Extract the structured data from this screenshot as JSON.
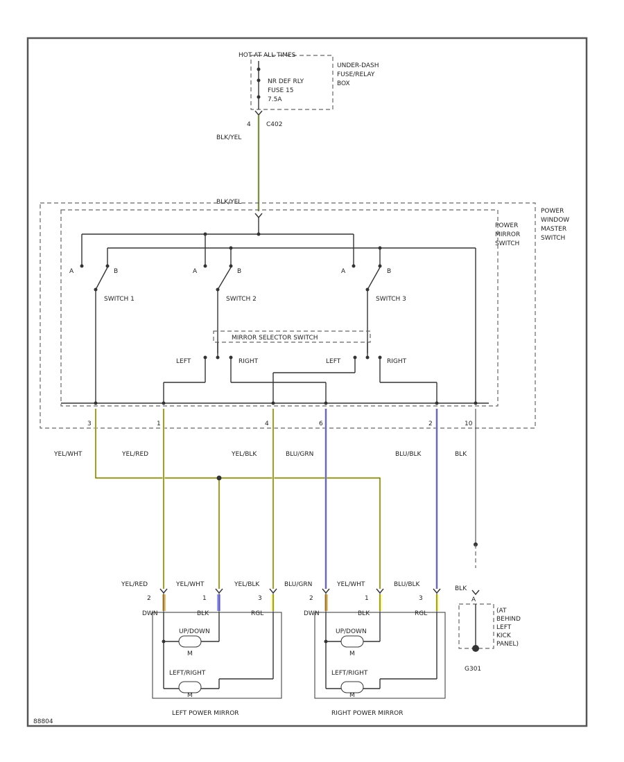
{
  "fuse_box": {
    "hot_label": "HOT AT ALL TIMES",
    "fuse_text": [
      "NR DEF RLY",
      "FUSE 15",
      "7.5A"
    ],
    "box_name": [
      "UNDER-DASH",
      "FUSE/RELAY",
      "BOX"
    ],
    "pin": "4",
    "connector": "C402"
  },
  "feed": {
    "wire_top": "BLK/YEL",
    "wire_bottom": "BLK/YEL"
  },
  "switch_assembly": {
    "name": [
      "POWER",
      "WINDOW",
      "MASTER",
      "SWITCH"
    ],
    "sub_name": [
      "POWER",
      "MIRROR",
      "SWITCH"
    ],
    "switches": [
      {
        "label": "SWITCH 1",
        "pos_a": "A",
        "pos_b": "B"
      },
      {
        "label": "SWITCH 2",
        "pos_a": "A",
        "pos_b": "B"
      },
      {
        "label": "SWITCH 3",
        "pos_a": "A",
        "pos_b": "B"
      }
    ],
    "selector_label": "MIRROR SELECTOR SWITCH",
    "selector_left_1": "LEFT",
    "selector_right_1": "RIGHT",
    "selector_left_2": "LEFT",
    "selector_right_2": "RIGHT",
    "out_pins": [
      "3",
      "1",
      "4",
      "6",
      "2",
      "10"
    ]
  },
  "wires": {
    "w1": "YEL/WHT",
    "w2": "YEL/RED",
    "w3": "YEL/BLK",
    "w4": "BLU/GRN",
    "w5": "BLU/BLK",
    "w6": "BLK"
  },
  "left_mirror": {
    "name": "LEFT POWER MIRROR",
    "wires": [
      "YEL/RED",
      "YEL/WHT",
      "YEL/BLK"
    ],
    "pins": [
      "2",
      "1",
      "3"
    ],
    "terms": [
      "DWN",
      "BLK",
      "RGL"
    ],
    "motor1": "UP/DOWN",
    "motor2": "LEFT/RIGHT",
    "motor_symbol": "M"
  },
  "right_mirror": {
    "name": "RIGHT POWER MIRROR",
    "wires": [
      "BLU/GRN",
      "YEL/WHT",
      "BLU/BLK"
    ],
    "pins": [
      "2",
      "1",
      "3"
    ],
    "terms": [
      "DWN",
      "BLK",
      "RGL"
    ],
    "motor1": "UP/DOWN",
    "motor2": "LEFT/RIGHT",
    "motor_symbol": "M"
  },
  "ground": {
    "wire": "BLK",
    "pin": "A",
    "location": [
      "(AT",
      "BEHIND",
      "LEFT",
      "KICK",
      "PANEL)"
    ],
    "name": "G301"
  },
  "figure_id": "88804"
}
